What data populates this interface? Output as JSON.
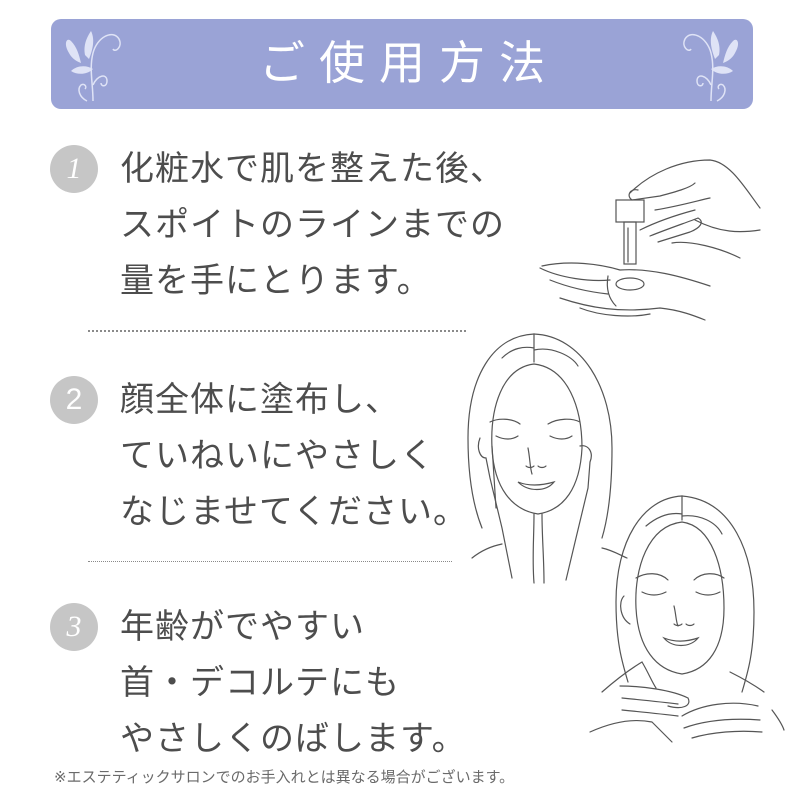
{
  "banner": {
    "title": "ご使用方法",
    "background_color": "#9aa3d6",
    "decorations": [
      "flourish-left",
      "flourish-right"
    ]
  },
  "steps": [
    {
      "number": "1",
      "lines": [
        "化粧水で肌を整えた後、",
        "スポイトのラインまでの",
        "量を手にとります。"
      ],
      "illustration": "hand-dropper-illustration"
    },
    {
      "number": "2",
      "lines": [
        "顔全体に塗布し、",
        "ていねいにやさしく",
        "なじませてください。"
      ],
      "illustration": "face-hands-cheeks-illustration"
    },
    {
      "number": "3",
      "lines": [
        "年齢がでやすい",
        "首・デコルテにも",
        "やさしくのばします。"
      ],
      "illustration": "face-hands-neck-illustration"
    }
  ],
  "footnote": "※エステティックサロンでのお手入れとは異なる場合がございます。",
  "colors": {
    "badge": "#c6c6c6",
    "text": "#4d4d4d",
    "divider": "#8a8a8a"
  }
}
